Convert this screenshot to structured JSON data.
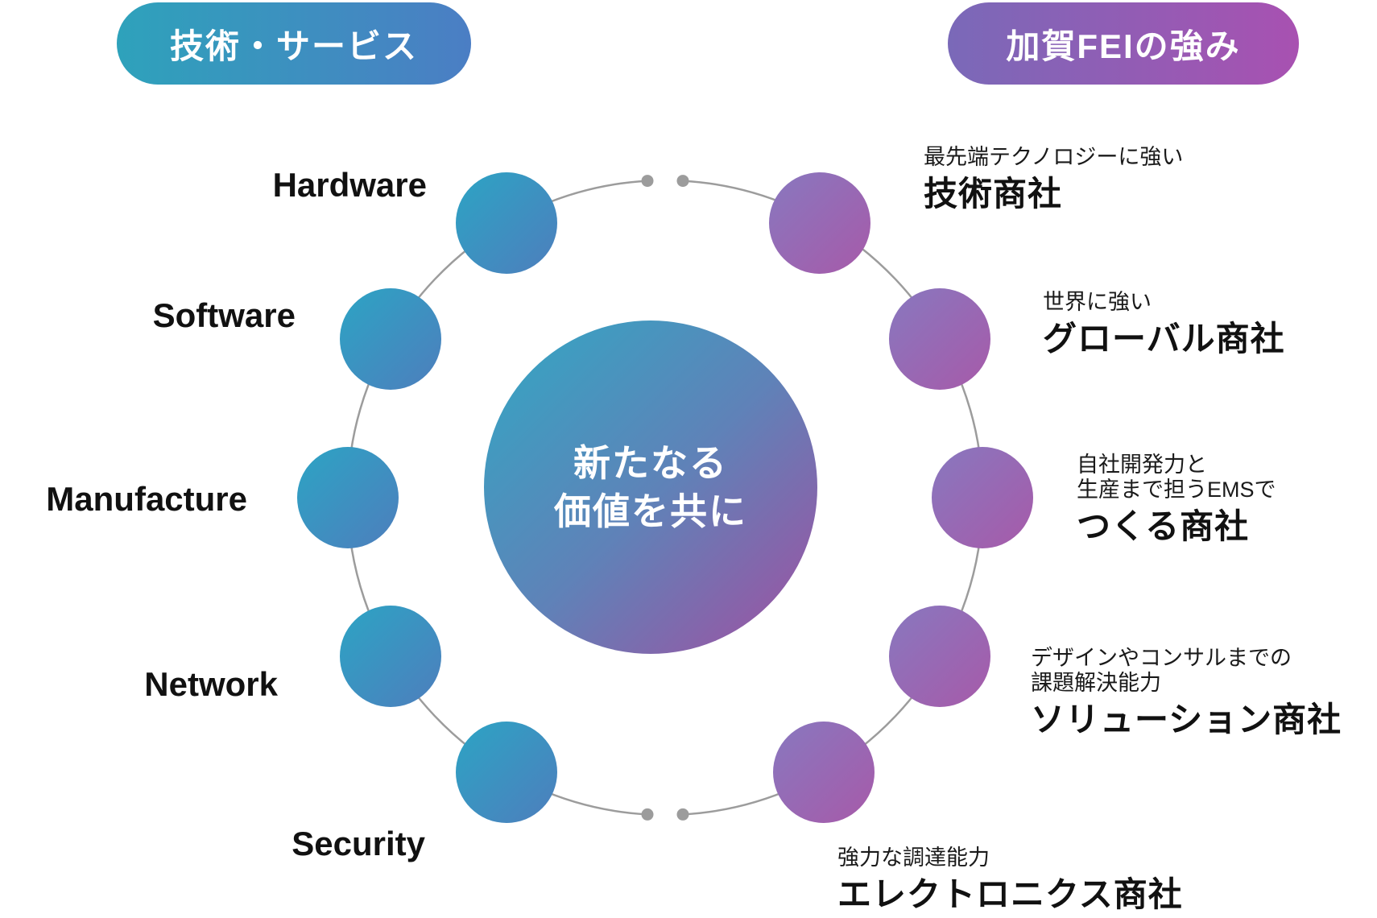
{
  "header": {
    "left_pill": "技術・サービス",
    "right_pill": "加賀FEIの強み"
  },
  "center": {
    "line1": "新たなる",
    "line2": "価値を共に"
  },
  "left_nodes": [
    {
      "label": "Hardware"
    },
    {
      "label": "Software"
    },
    {
      "label": "Manufacture"
    },
    {
      "label": "Network"
    },
    {
      "label": "Security"
    }
  ],
  "right_nodes": [
    {
      "desc": "最先端テクノロジーに強い",
      "name": "技術商社"
    },
    {
      "desc": "世界に強い",
      "name": "グローバル商社"
    },
    {
      "desc": "自社開発力と\n生産まで担うEMSで",
      "name": "つくる商社"
    },
    {
      "desc": "デザインやコンサルまでの\n課題解決能力",
      "name": "ソリューション商社"
    },
    {
      "desc": "強力な調達能力",
      "name": "エレクトロニクス商社"
    }
  ],
  "colors": {
    "blue_gradient_start": "#2ca4c4",
    "blue_gradient_end": "#4e7ebd",
    "purple_gradient_start": "#8878bf",
    "purple_gradient_end": "#a75aa9",
    "center_gradient_start": "#31a8c4",
    "center_gradient_end": "#a24fa1",
    "ring_gray": "#9c9c9c"
  }
}
